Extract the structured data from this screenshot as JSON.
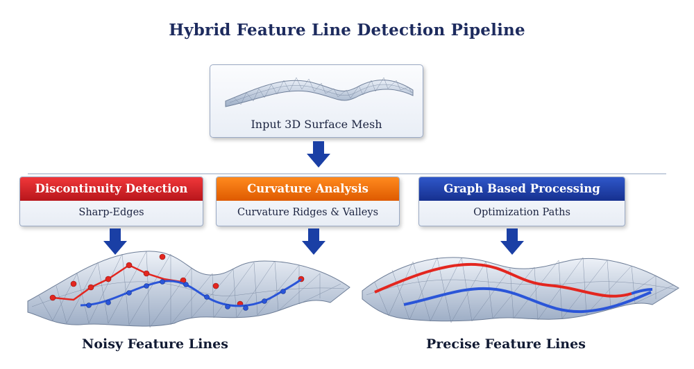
{
  "title": "Hybrid Feature Line Detection Pipeline",
  "input": {
    "label": "Input 3D Surface Mesh"
  },
  "stages": [
    {
      "title": "Discontinuity Detection",
      "subtitle": "Sharp-Edges",
      "color": "#d7262b"
    },
    {
      "title": "Curvature Analysis",
      "subtitle": "Curvature Ridges & Valleys",
      "color": "#f26f0c"
    },
    {
      "title": "Graph  Based Processing",
      "subtitle": "Optimization Paths",
      "color": "#1f3fa8"
    }
  ],
  "outputs": [
    {
      "label": "Noisy Feature Lines"
    },
    {
      "label": "Precise Feature Lines"
    }
  ],
  "colors": {
    "arrow": "#1a3fa5",
    "title": "#1d2b5e",
    "red_line": "#e3261f",
    "blue_line": "#2a55d8"
  }
}
